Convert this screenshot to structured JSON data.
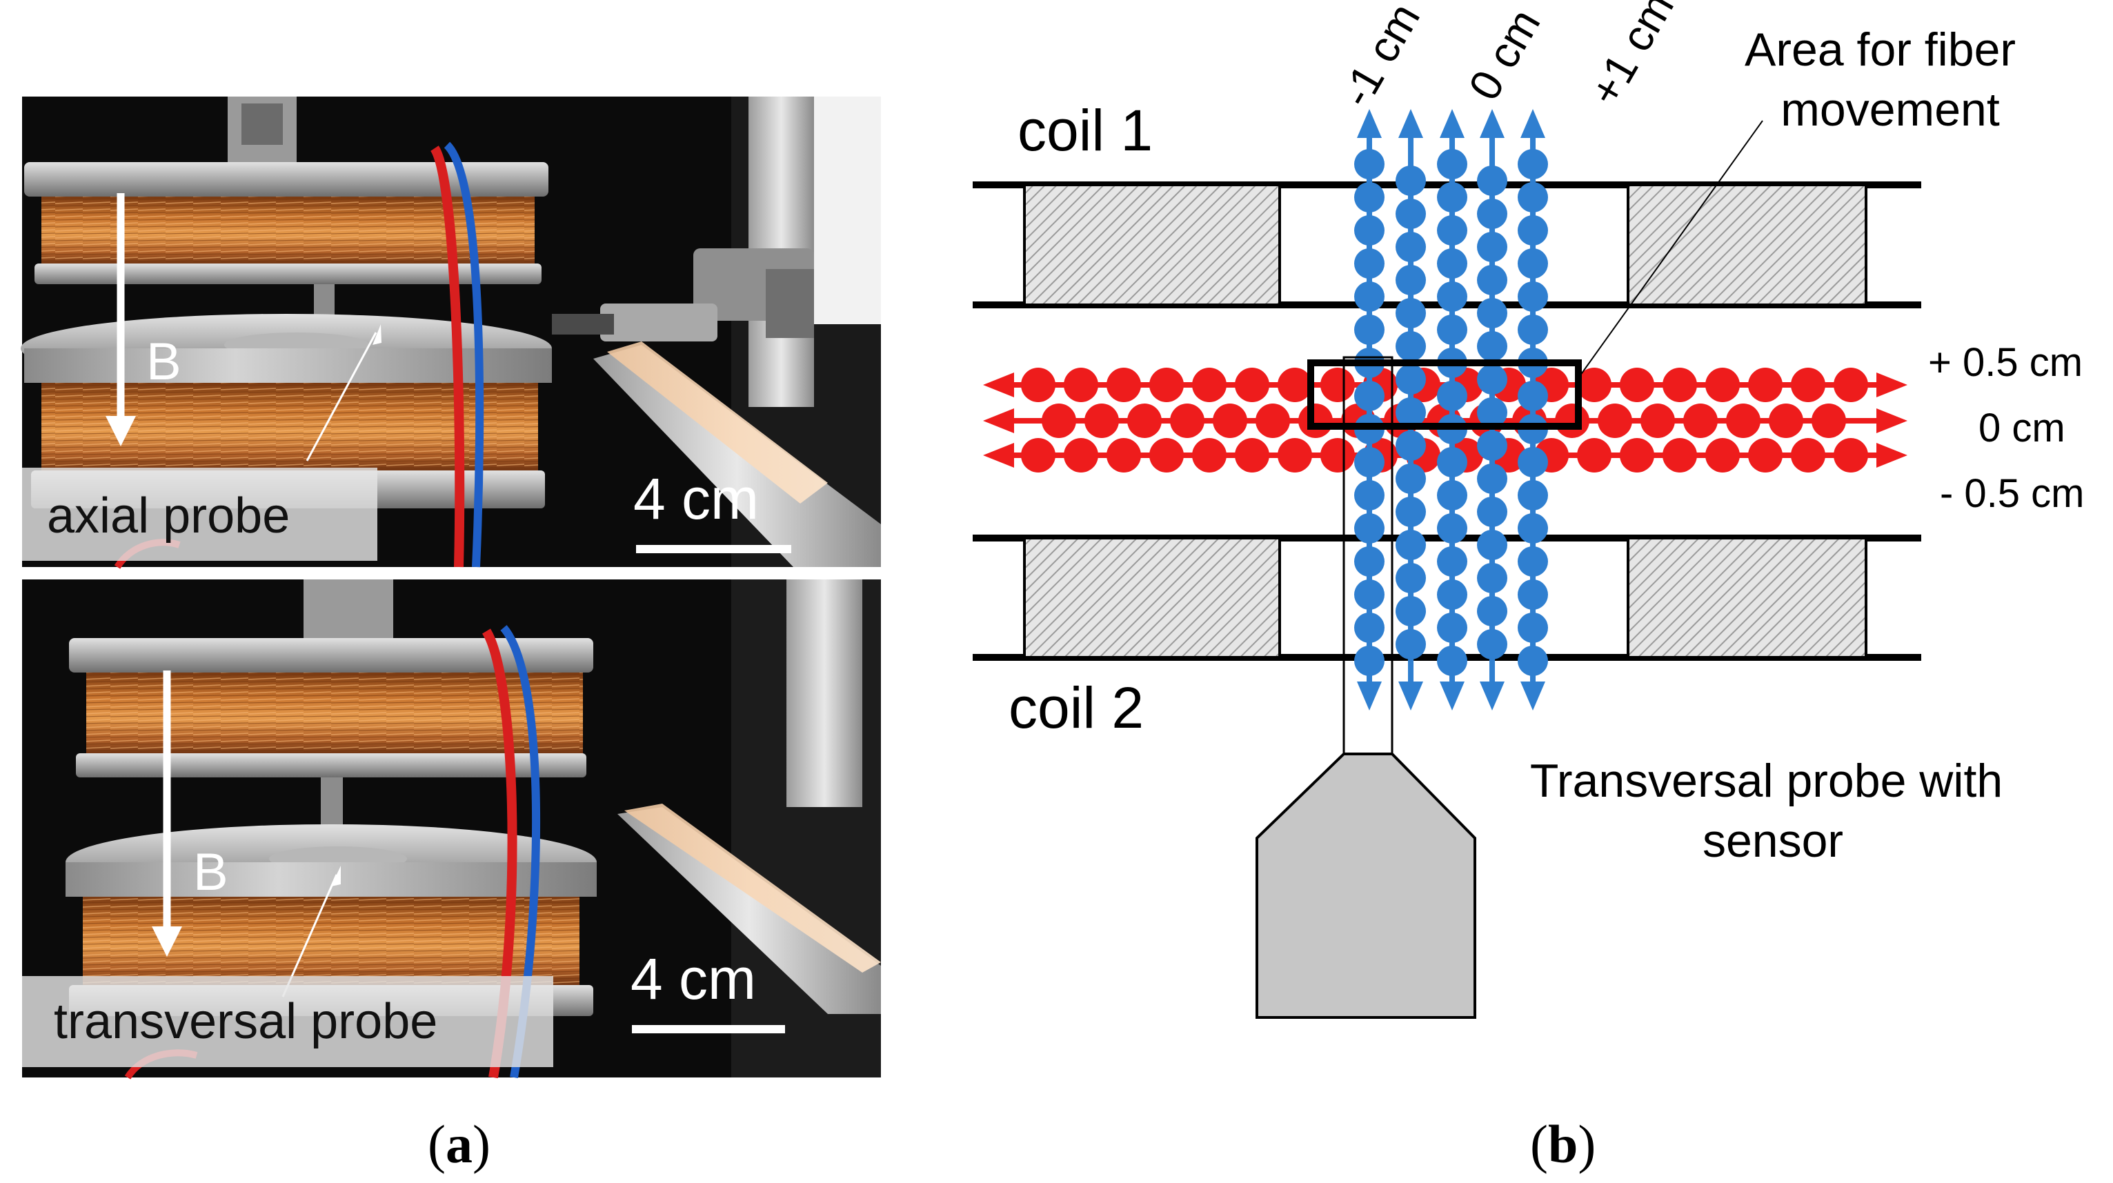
{
  "panel_a": {
    "top_photo": {
      "field_label": "B",
      "probe_label": "axial  probe",
      "scale_label": "4 cm"
    },
    "bottom_photo": {
      "field_label": "B",
      "probe_label": "transversal  probe",
      "scale_label": "4 cm"
    },
    "caption": {
      "open": "(",
      "letter": "a",
      "close": ")"
    }
  },
  "panel_b": {
    "coil_1_label": "coil 1",
    "coil_2_label": "coil 2",
    "blue_offsets": [
      "-1 cm",
      "0 cm",
      "+1 cm"
    ],
    "red_offsets": [
      "+ 0.5 cm",
      "0 cm",
      "- 0.5 cm"
    ],
    "area_label_line1": "Area for fiber",
    "area_label_line2": "movement",
    "probe_label_line1": "Transversal probe with",
    "probe_label_line2": "sensor",
    "caption": {
      "open": "(",
      "letter": "b",
      "close": ")"
    },
    "colors": {
      "blue_path": "#2f7fd0",
      "red_path": "#ee1c1c",
      "coil_hatch": "#9a9a9a",
      "probe": "#c6c6c6"
    }
  }
}
